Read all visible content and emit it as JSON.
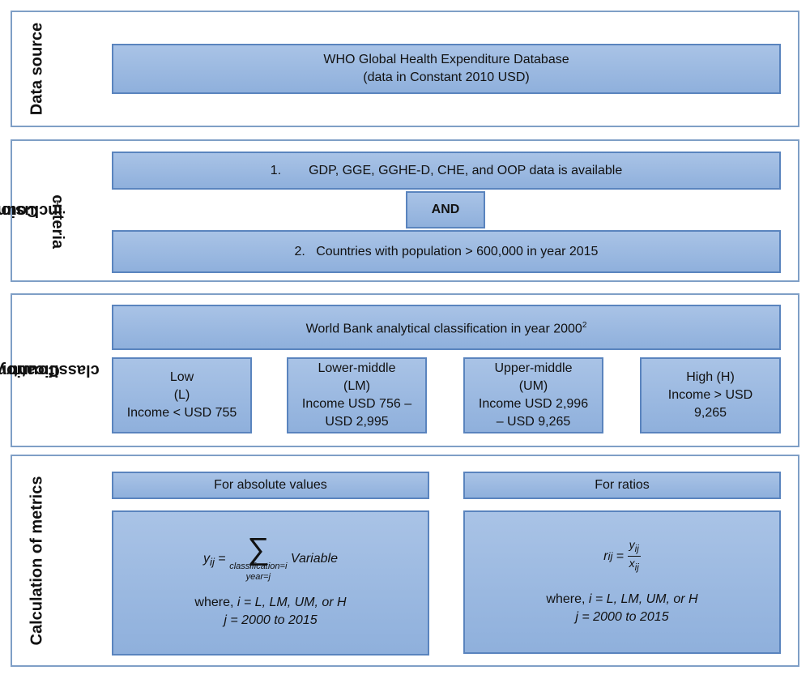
{
  "sections": {
    "data_source": {
      "label": "Data source",
      "line1": "WHO Global Health Expenditure Database",
      "line2": "(data in Constant 2010 USD)"
    },
    "inclusion": {
      "label_line1": "Country",
      "label_line2": "inclusion",
      "label_line3": "criteria",
      "label_sup": "1",
      "criterion1_num": "1.",
      "criterion1_text": "GDP, GGE, GGHE-D, CHE, and OOP data is available",
      "and_label": "AND",
      "criterion2_text": "2.   Countries with population > 600,000 in year 2015"
    },
    "classification": {
      "label_line1": "Country",
      "label_line2": "classification",
      "header_text": "World Bank analytical classification in year 2000",
      "header_sup": "2",
      "groups": [
        {
          "line1": "Low",
          "line2": "(L)",
          "line3": "Income < USD 755"
        },
        {
          "line1": "Lower-middle",
          "line2": "(LM)",
          "line3": "Income USD 756 –",
          "line4": "USD 2,995"
        },
        {
          "line1": "Upper-middle",
          "line2": "(UM)",
          "line3": "Income USD 2,996",
          "line4": "– USD 9,265"
        },
        {
          "line1": "High (H)",
          "line2": "Income > USD",
          "line3": "9,265"
        }
      ]
    },
    "metrics": {
      "label": "Calculation of metrics",
      "absolute_header": "For absolute values",
      "ratios_header": "For ratios",
      "abs_lhs": "y",
      "abs_lhs_sub": "ij",
      "abs_sum_under1": "classification=i",
      "abs_sum_under2": "year=j",
      "abs_term": "Variable",
      "where_label": "where,",
      "where_values": "i = L, LM, UM, or H",
      "j_values": "j = 2000 to 2015",
      "ratio_lhs": "r",
      "ratio_lhs_sub": "ij",
      "ratio_num": "y",
      "ratio_num_sub": "ij",
      "ratio_den": "x",
      "ratio_den_sub": "ij"
    }
  },
  "colors": {
    "panel_border": "#7f9fc6",
    "box_fill": "#9db9e0",
    "box_border": "#5a84be"
  }
}
